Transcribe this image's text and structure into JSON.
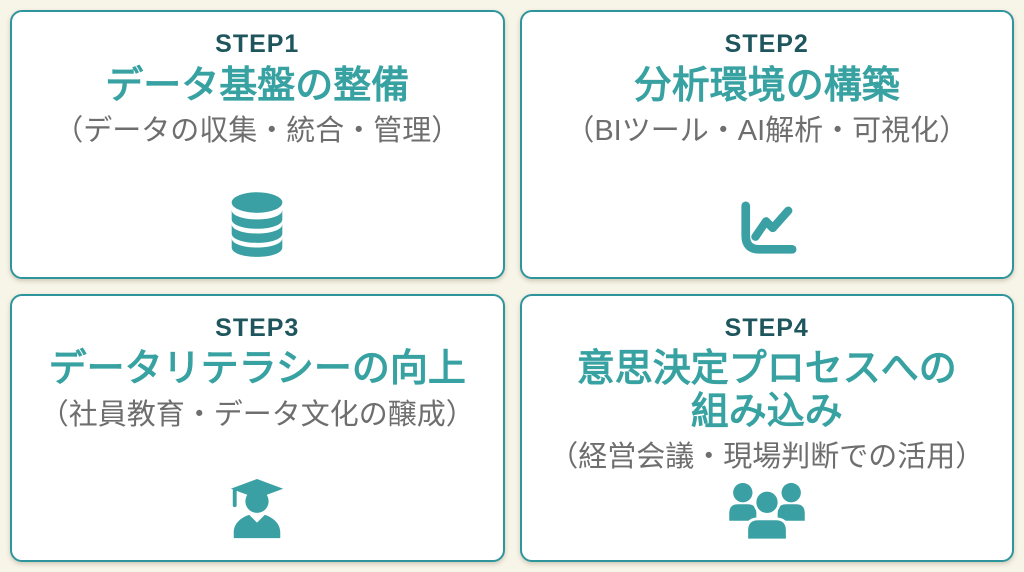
{
  "theme": {
    "page_bg": "#f7f4e8",
    "card_bg": "#ffffff",
    "card_border": "#2f959c",
    "step_color": "#1f565e",
    "title_color": "#38a2a2",
    "subtitle_color": "#6e6e6e",
    "icon_color": "#3aa0a3"
  },
  "steps": [
    {
      "label": "STEP1",
      "title": "データ基盤の整備",
      "subtitle": "（データの収集・統合・管理）",
      "icon": "database-icon"
    },
    {
      "label": "STEP2",
      "title": "分析環境の構築",
      "subtitle": "（BIツール・AI解析・可視化）",
      "icon": "line-chart-icon"
    },
    {
      "label": "STEP3",
      "title": "データリテラシーの向上",
      "subtitle": "（社員教育・データ文化の醸成）",
      "icon": "graduate-icon"
    },
    {
      "label": "STEP4",
      "title": "意思決定プロセスへの\n組み込み",
      "subtitle": "（経営会議・現場判断での活用）",
      "icon": "people-group-icon"
    }
  ]
}
